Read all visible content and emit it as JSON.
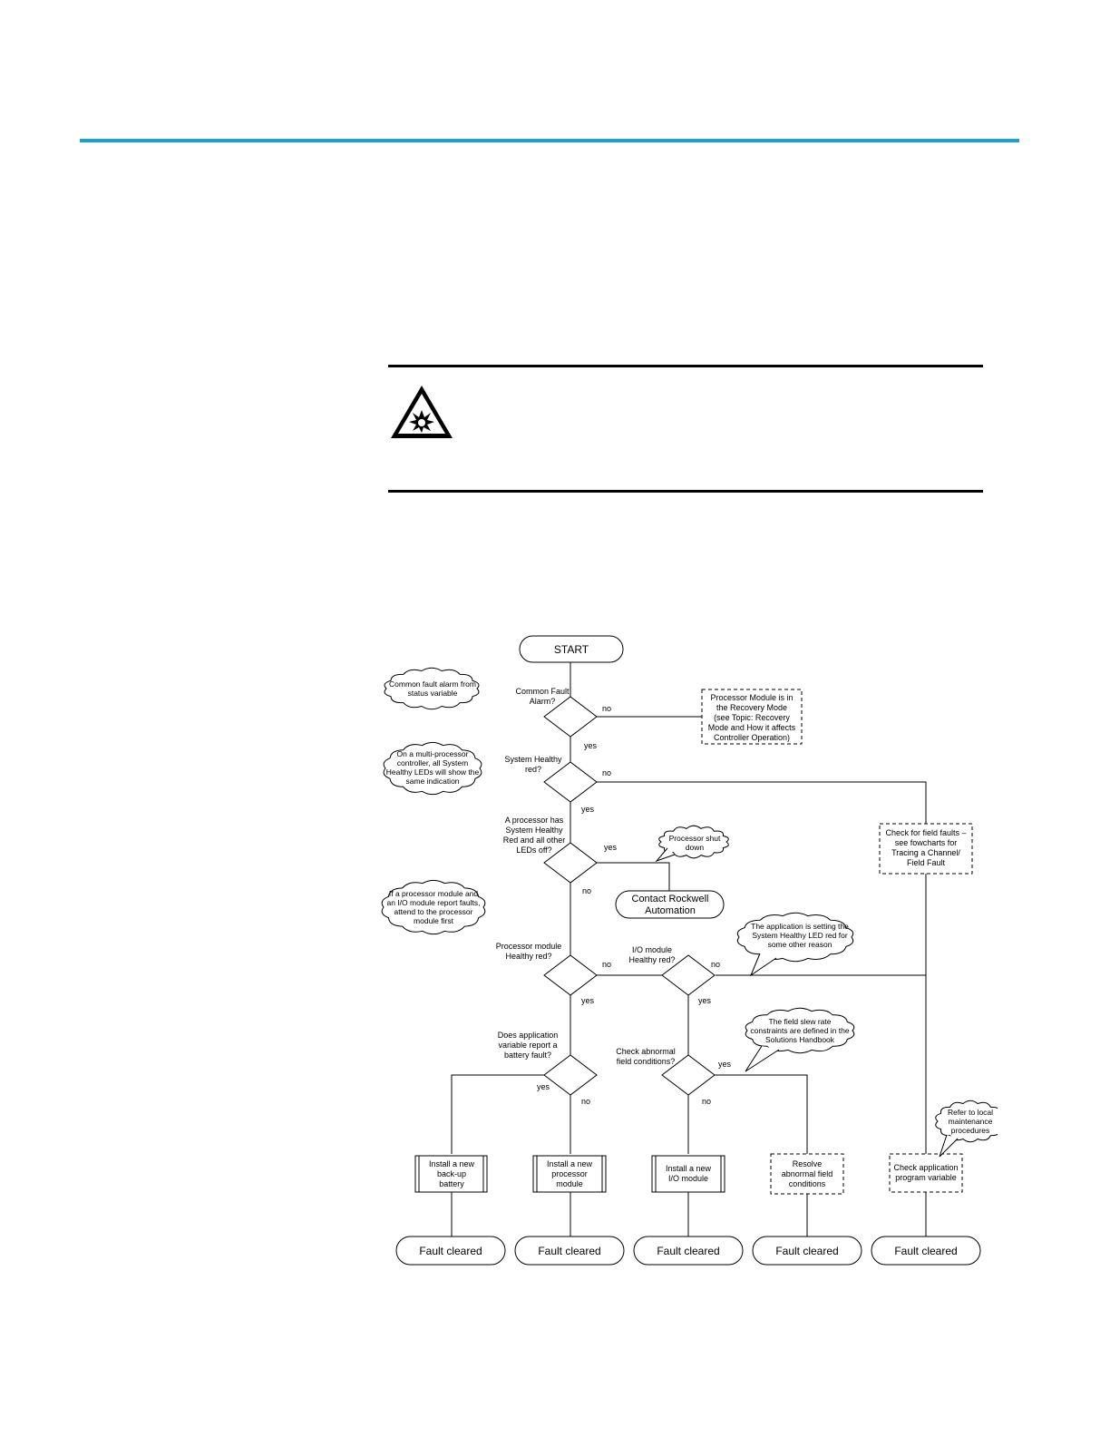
{
  "header": {
    "rule_color": "#1a9fd6"
  },
  "warning": {
    "icon": "explosion-warning-icon"
  },
  "flowchart": {
    "start": "START",
    "decisions": {
      "common_fault": [
        "Common Fault",
        "Alarm?"
      ],
      "system_healthy": [
        "System Healthy",
        "red?"
      ],
      "processor_has": [
        "A processor has",
        "System Healthy",
        "Red and all other",
        "LEDs off?"
      ],
      "processor_module": [
        "Processor module",
        "Healthy red?"
      ],
      "io_module": [
        "I/O module",
        "Healthy red?"
      ],
      "battery": [
        "Does application",
        "variable report a",
        "battery fault?"
      ],
      "abnormal": [
        "Check abnormal",
        "field conditions?"
      ]
    },
    "edge_labels": {
      "yes": "yes",
      "no": "no"
    },
    "dashed_boxes": {
      "recovery": [
        "Processor Module is in",
        "the Recovery Mode",
        "(see Topic: Recovery",
        "Mode and How it affects",
        "Controller Operation)"
      ],
      "field_faults": [
        "Check for field faults –",
        "see fowcharts for",
        "Tracing a Channel/",
        "Field Fault"
      ],
      "resolve": [
        "Resolve",
        "abnormal field",
        "conditions"
      ],
      "check_app": [
        "Check application",
        "program variable"
      ]
    },
    "process_boxes": {
      "backup": [
        "Install a new",
        "back-up",
        "battery"
      ],
      "processor": [
        "Install a new",
        "processor",
        "module"
      ],
      "io": [
        "Install a new",
        "I/O module"
      ]
    },
    "contact": [
      "Contact Rockwell",
      "Automation"
    ],
    "clouds": {
      "common_alarm": [
        "Common fault alarm from",
        "status variable"
      ],
      "multi_processor": [
        "On a multi-processor",
        "controller, all System",
        "Healthy LEDs will show the",
        "same indication"
      ],
      "shut_down": [
        "Processor shut",
        "down"
      ],
      "attend_first": [
        "If a processor module and",
        "an I/O module report faults,",
        "attend to the processor",
        "module first"
      ],
      "app_setting": [
        "The application is setting the",
        "System Healthy LED red for",
        "some other reason"
      ],
      "slew_rate": [
        "The field slew rate",
        "constraints are defined in the",
        "Solutions Handbook"
      ],
      "local_maint": [
        "Refer to local",
        "maintenance",
        "procedures"
      ]
    },
    "terminal": "Fault cleared"
  }
}
